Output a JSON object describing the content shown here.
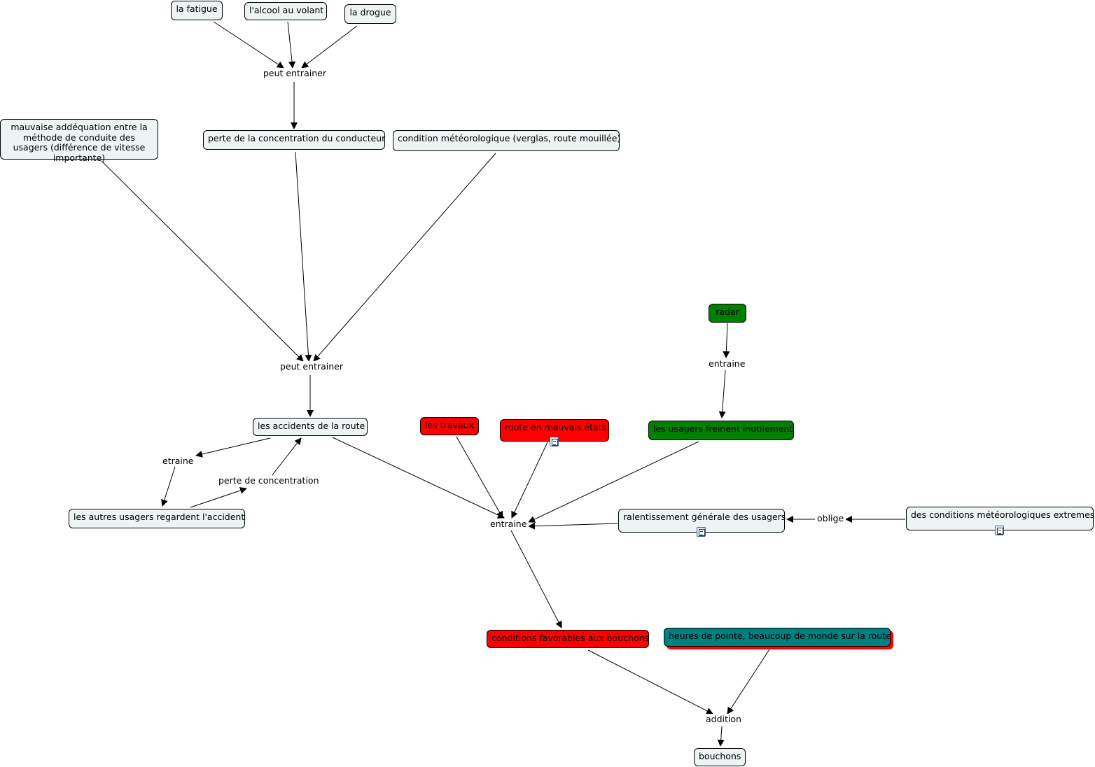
{
  "concepts": {
    "fatigue": "la fatigue",
    "alcool": "l'alcool au volant",
    "drogue": "la drogue",
    "mauvaise": "mauvaise addéquation entre la méthode de conduite des usagers (différence de vitesse importante)",
    "perte_conducteur": "perte de la concentration du conducteur",
    "meteo": "condition météorologique (verglas, route mouillée)",
    "radar": "radar",
    "accidents": "les accidents de la route",
    "travaux": "les travaux",
    "route_mauvais": "route en mauvais états",
    "freinent": "les usagers freinent inutilement",
    "autres_usagers": "les autres usagers regardent l'accident",
    "ralentissement": "ralentissement générale des usagers",
    "conditions_extremes": "des conditions météorologiques extremes",
    "conditions_favorables": "conditions favorables aux bouchons",
    "heures_pointe": "heures de pointe, beaucoup de monde sur la route",
    "bouchons": "bouchons"
  },
  "links": {
    "peut_entrainer_1": "peut entrainer",
    "peut_entrainer_2": "peut entrainer",
    "entraine_radar": "entraine",
    "etraine": "etraine",
    "perte_concentration": "perte de concentration",
    "entraine_main": "entraine",
    "oblige": "oblige",
    "addition": "addition"
  },
  "icons": [
    "document-icon-route",
    "document-icon-ralentissement",
    "document-icon-conditions"
  ],
  "colors": {
    "default_node": "#eef3f4",
    "red_node": "#ff0000",
    "green_node": "#008000",
    "teal_node": "#008080"
  }
}
